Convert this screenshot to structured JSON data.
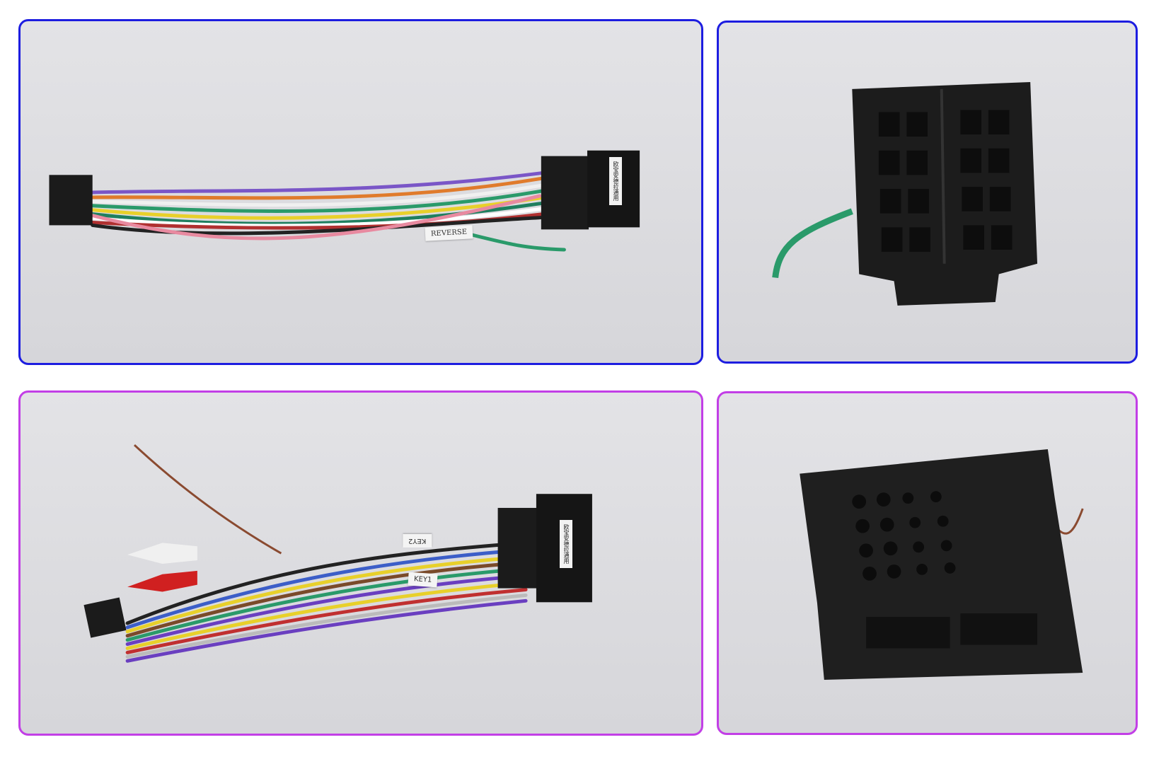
{
  "panels": [
    {
      "id": "harness-iso-top",
      "labels": {
        "tag": "REVERSE",
        "connector_label": "欧宝安德拉通用"
      }
    },
    {
      "id": "iso-connector-face"
    },
    {
      "id": "harness-quadlock",
      "labels": {
        "tag1": "KEY2",
        "tag2": "KEY1",
        "connector_label": "欧宝安德拉通用"
      }
    },
    {
      "id": "quadlock-connector-face"
    }
  ],
  "colors": {
    "frame_top": "#1d1de0",
    "frame_bottom": "#c23fe6",
    "background": "#dcdcdf"
  }
}
